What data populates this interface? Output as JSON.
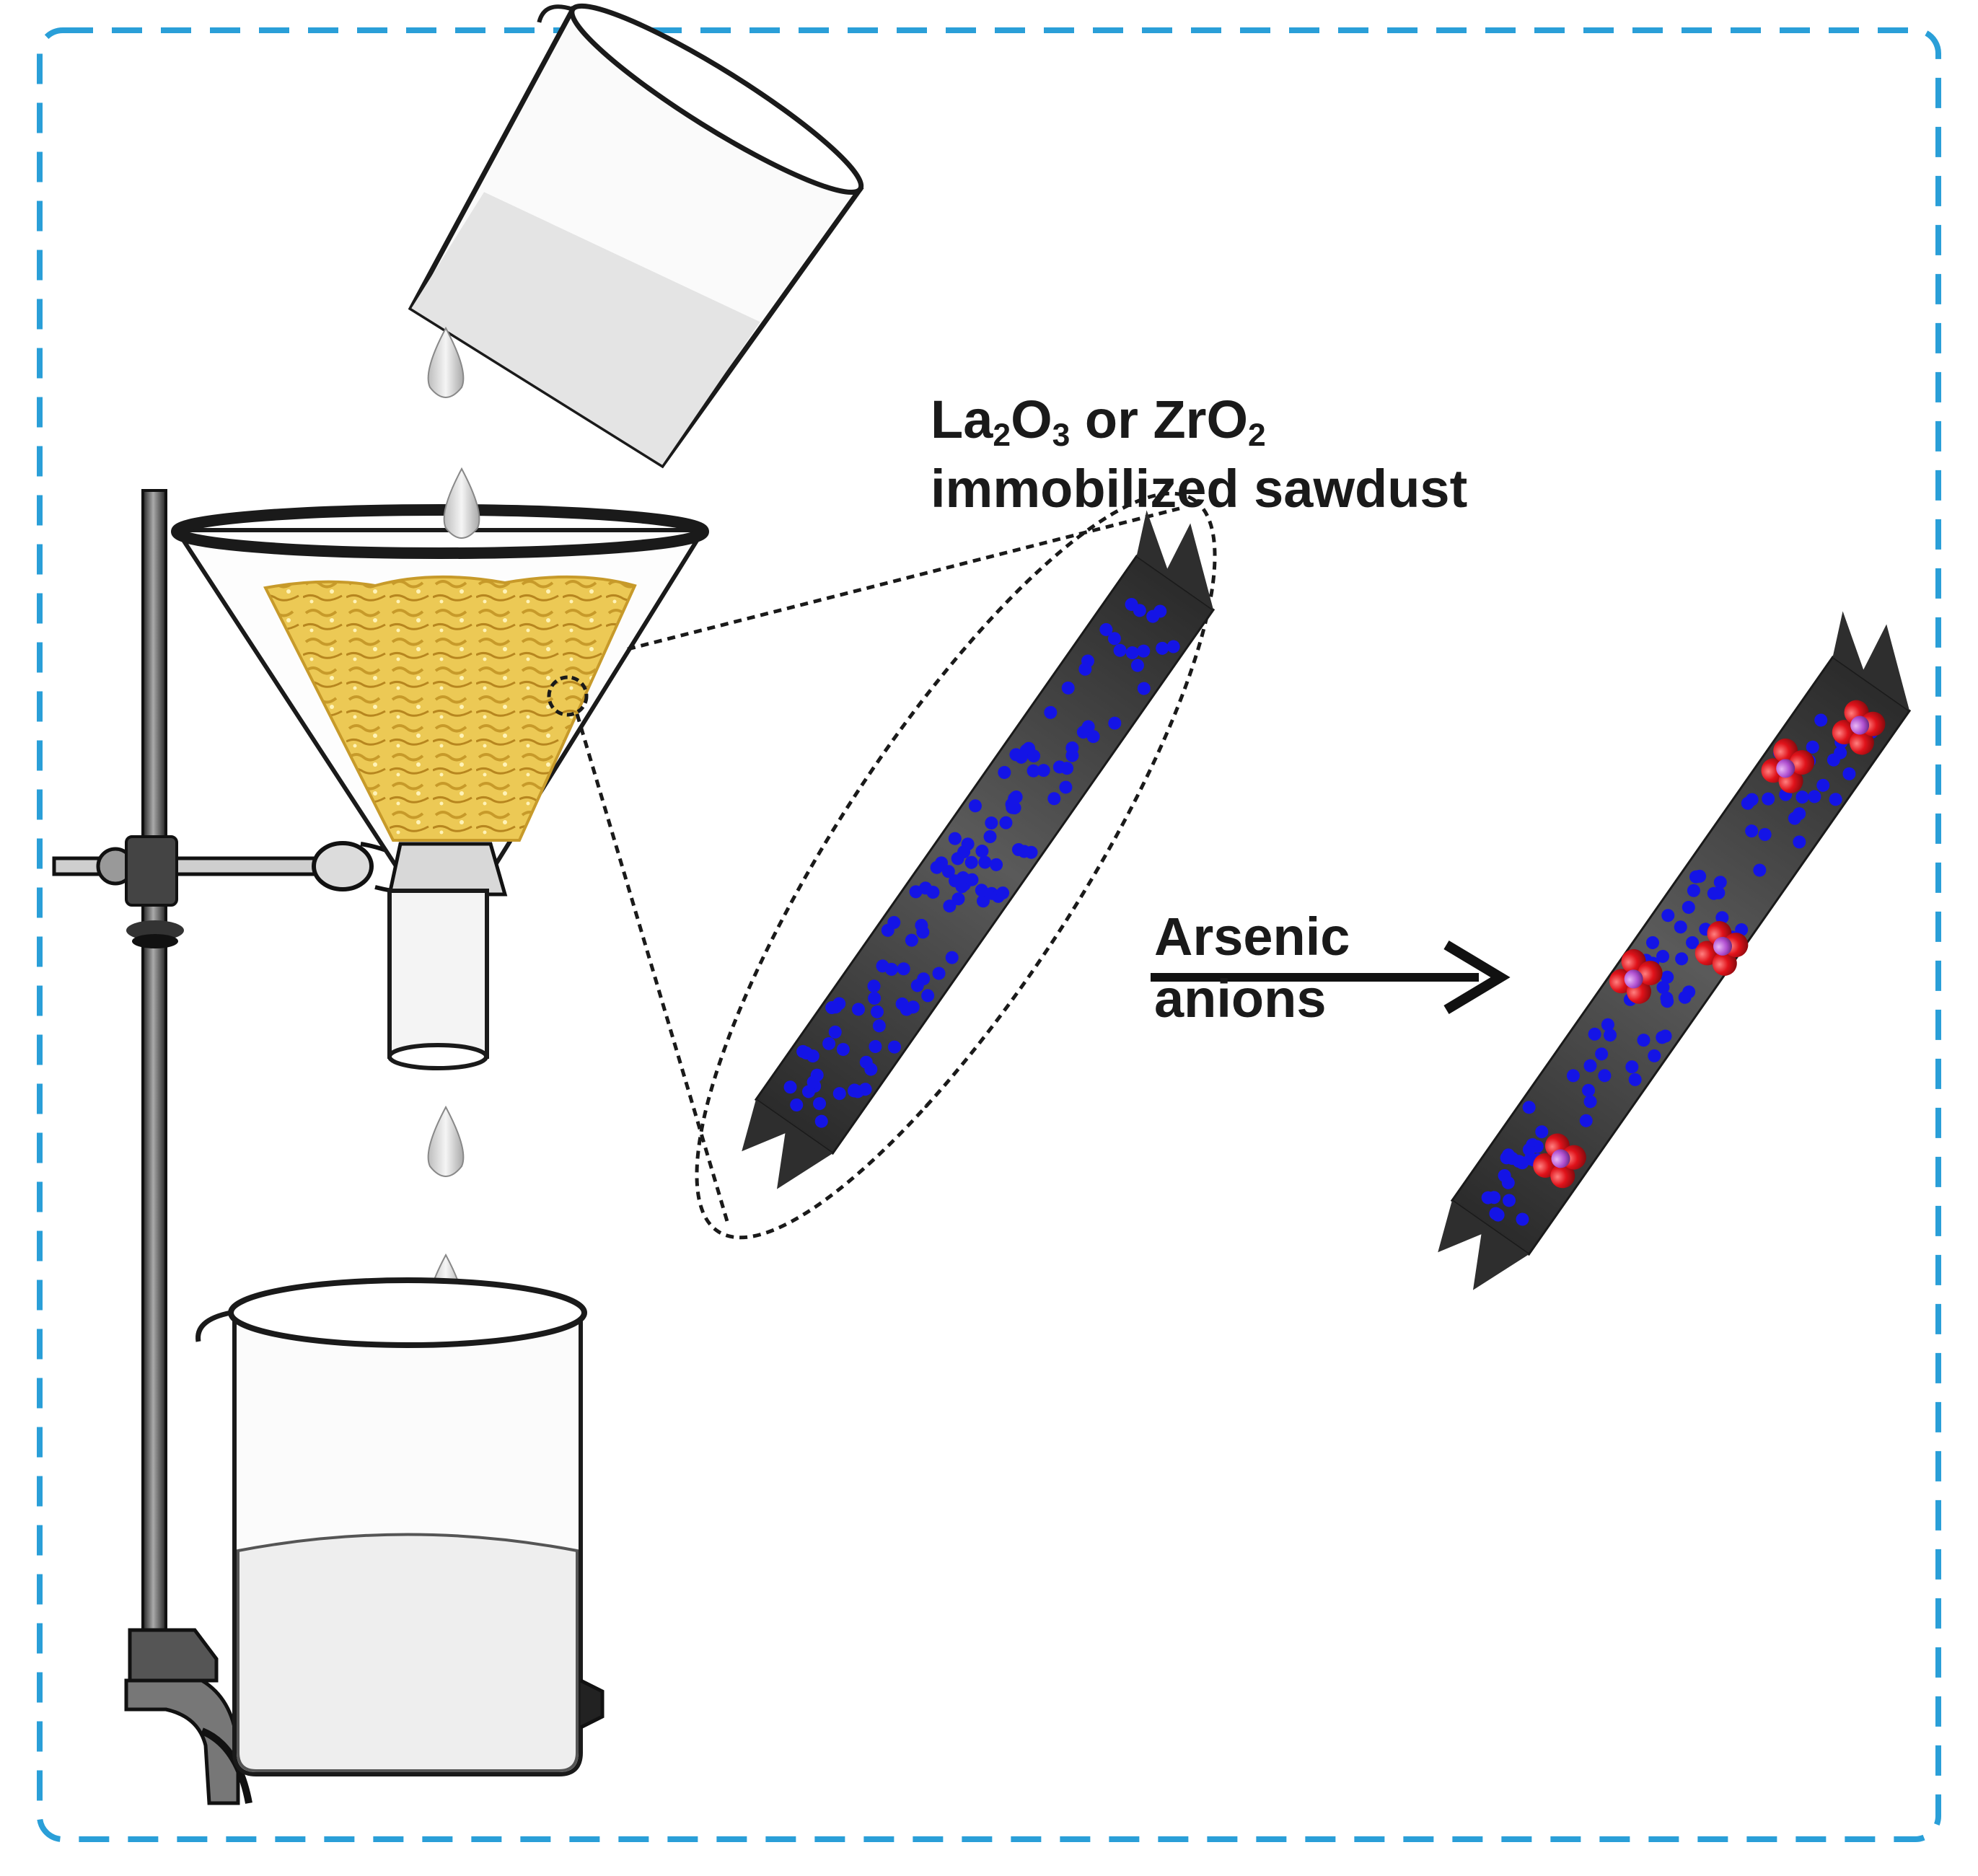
{
  "colors": {
    "frame": "#2a9fd8",
    "sawdust": "#e9c54a",
    "fiber": "#3a3a3a",
    "oxide_dot": "#1414e6",
    "oxygen": "#e0121a",
    "arsenic": "#b04fd0",
    "water": "#f3f3f3"
  },
  "labels": {
    "material": {
      "line1_a": "La",
      "line1_sub1": "2",
      "line1_b": "O",
      "line1_sub2": "3",
      "line1_c": " or ZrO",
      "line1_sub3": "2",
      "line2": "immobilized sawdust"
    },
    "arrow": {
      "line1": "Arsenic",
      "line2": "anions"
    }
  },
  "icons": [
    "pouring-beaker-icon",
    "water-drop-icon",
    "funnel-icon",
    "retort-stand-icon",
    "collection-beaker-icon",
    "sawdust-fiber-icon",
    "arsenic-anion-icon",
    "reaction-arrow-icon"
  ]
}
